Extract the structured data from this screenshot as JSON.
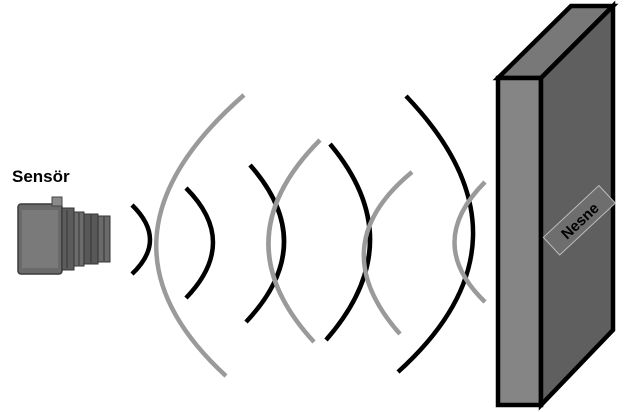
{
  "labels": {
    "sensor": "Sensör",
    "object": "Nesne"
  },
  "colors": {
    "emitted_wave": "#000000",
    "reflected_wave": "#9a9a9a",
    "object_front": "#5e5e5e",
    "object_left_face": "#808080",
    "object_top_face": "#767676",
    "sensor_body": "#6e6e6e"
  },
  "icons": {
    "sensor": "ultrasonic-sensor-icon",
    "object": "wall-block"
  }
}
